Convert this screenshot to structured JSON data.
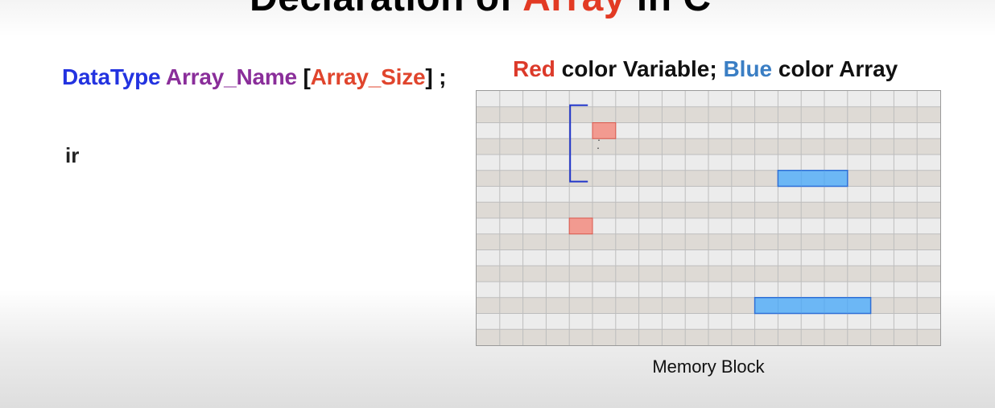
{
  "slide": {
    "title_prefix": "Declaration of ",
    "title_highlight": "Array",
    "title_suffix": " in C"
  },
  "syntax": {
    "datatype": "DataType",
    "array_name": "Array_Name",
    "open_bracket": "[",
    "array_size": "Array_Size",
    "close_bracket": "] ;"
  },
  "code_line": {
    "text": "ir"
  },
  "legend": {
    "red_word": "Red",
    "red_rest": " color Variable; ",
    "blue_word": "Blue",
    "blue_rest": " color Array"
  },
  "memory_grid": {
    "columns": 20,
    "rows": 16,
    "colors": {
      "variable_cell": "#f29a90",
      "variable_border": "#d9574b",
      "array_cell": "#6cb7f5",
      "array_border": "#2f6fd6",
      "bracket": "#2136c9",
      "row_light": "#ececec",
      "row_dark": "#dedad5",
      "grid_line": "#bdbdbd"
    },
    "variables": [
      {
        "row": 2,
        "col": 5
      },
      {
        "row": 8,
        "col": 4
      }
    ],
    "arrays": [
      {
        "row": 5,
        "col_start": 13,
        "length": 3
      },
      {
        "row": 13,
        "col_start": 12,
        "length": 5
      }
    ],
    "bracket": {
      "col": 4,
      "row_start": 1,
      "row_end": 5
    }
  },
  "caption": "Memory Block"
}
